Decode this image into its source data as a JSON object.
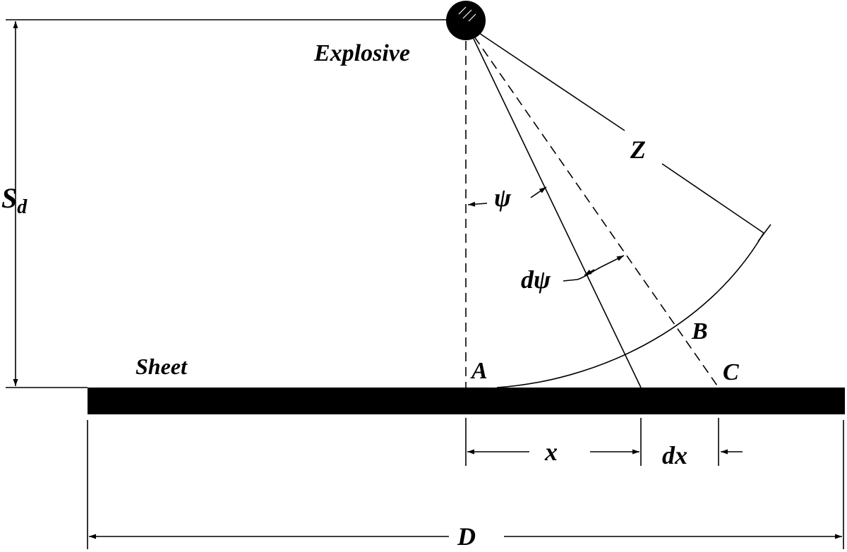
{
  "labels": {
    "explosive": "Explosive",
    "sheet": "Sheet",
    "sd_main": "S",
    "sd_sub": "d",
    "z": "Z",
    "psi": "ψ",
    "dpsi": "dψ",
    "a": "A",
    "b": "B",
    "c": "C",
    "x": "x",
    "dx": "dx",
    "d": "D"
  },
  "colors": {
    "ink": "#000000",
    "background": "#ffffff"
  }
}
